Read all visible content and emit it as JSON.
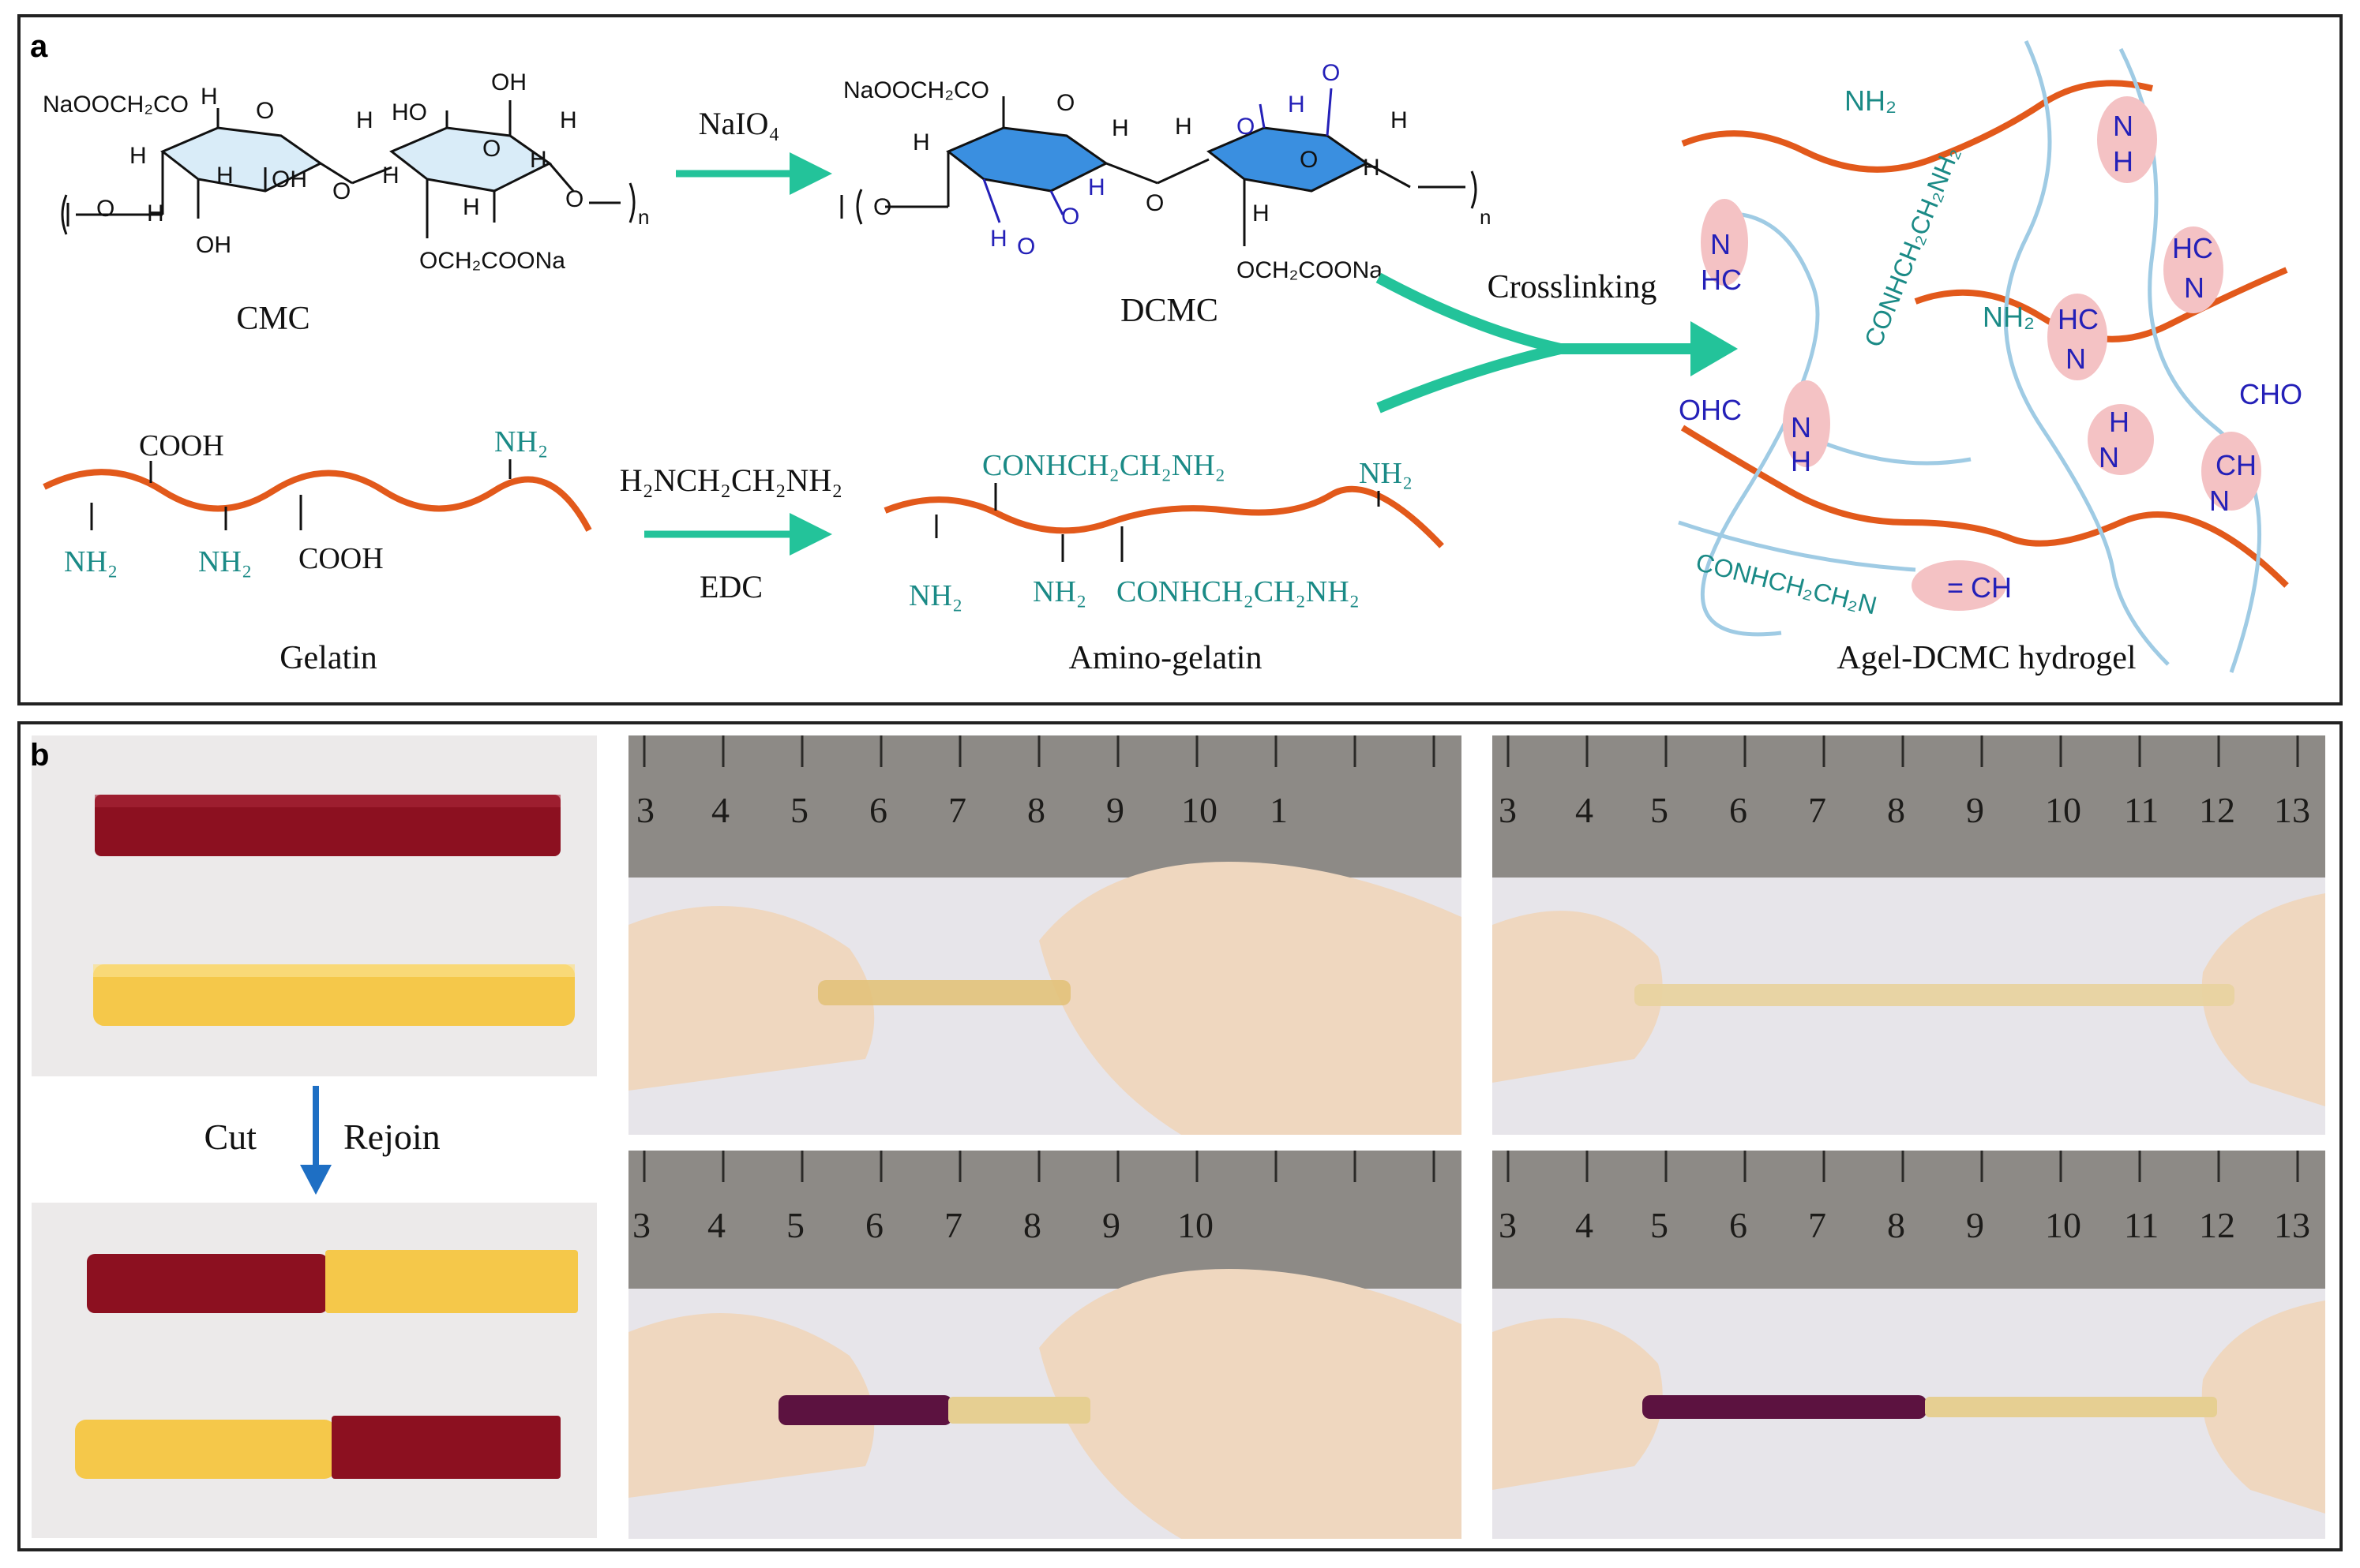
{
  "panel_a": {
    "label": "a",
    "cmc": {
      "name": "CMC",
      "g_naoo": "NaOOCH₂CO",
      "g_oh_top": "OH",
      "g_ho": "HO",
      "g_oh_mid": "OH",
      "g_oh_bot": "OH",
      "g_och2coona": "OCH₂COONa",
      "g_h1": "H",
      "g_h2": "H",
      "g_h3": "H",
      "g_h4": "H",
      "g_h5": "H",
      "g_h6": "H",
      "g_h7": "H",
      "g_h8": "H",
      "g_h9": "H",
      "g_o1": "O",
      "g_o2": "O",
      "g_o3": "O",
      "g_o4": "O",
      "g_o5": "O",
      "repeat": "n"
    },
    "step1": {
      "reagent": "NaIO₄"
    },
    "dcmc": {
      "name": "DCMC",
      "g_naoo": "NaOOCH₂CO",
      "g_och2coona": "OCH₂COONa",
      "g_h1": "H",
      "g_h2": "H",
      "g_h3": "H",
      "g_h4": "H",
      "g_h5": "H",
      "g_h6": "H",
      "g_h7": "H",
      "g_h8": "H",
      "g_h9": "H",
      "g_o1": "O",
      "g_o2": "O",
      "g_o3": "O",
      "g_o4": "O",
      "g_o5": "O",
      "g_o6": "O",
      "g_o7": "O",
      "g_o8": "O",
      "repeat": "n"
    },
    "gelatin": {
      "name": "Gelatin",
      "cooh1": "COOH",
      "cooh2": "COOH",
      "nh2_1": "NH₂",
      "nh2_2": "NH₂",
      "nh2_3": "NH₂"
    },
    "step2": {
      "reagent": "H₂NCH₂CH₂NH₂",
      "catalyst": "EDC"
    },
    "amino_gelatin": {
      "name": "Amino-gelatin",
      "g1": "CONHCH₂CH₂NH₂",
      "g2": "CONHCH₂CH₂NH₂",
      "nh2_1": "NH₂",
      "nh2_2": "NH₂",
      "nh2_3": "NH₂"
    },
    "crosslink": {
      "label": "Crosslinking"
    },
    "hydrogel": {
      "name": "Agel-DCMC hydrogel",
      "nh2_top": "NH₂",
      "nh2_mid": "NH₂",
      "conh_diag": "CONHCH₂CH₂NH₂",
      "conh_bottom": "CONHCH₂CH₂N",
      "ohc": "OHC",
      "cho": "CHO",
      "imine_n": "N",
      "imine_hc": "HC",
      "imine_ch": "CH",
      "imine_h": "H",
      "imine_eq": "="
    }
  },
  "panel_b": {
    "label": "b",
    "cut": "Cut",
    "rejoin": "Rejoin",
    "ruler_top_left": [
      "3",
      "4",
      "5",
      "6",
      "7",
      "8",
      "9",
      "10",
      "1"
    ],
    "ruler_top_right": [
      "3",
      "4",
      "5",
      "6",
      "7",
      "8",
      "9",
      "10",
      "11",
      "12",
      "13"
    ],
    "ruler_bottom_left": [
      "3",
      "4",
      "5",
      "6",
      "7",
      "8",
      "9",
      "10"
    ],
    "ruler_bottom_right": [
      "3",
      "4",
      "5",
      "6",
      "7",
      "8",
      "9",
      "10",
      "11",
      "12",
      "13"
    ]
  },
  "colors": {
    "chain_orange": "#e2591b",
    "chain_blue": "#9fcbe4",
    "arrow_teal": "#23c39a",
    "amine_teal": "#1a8a86",
    "aldehyde_blue": "#2420b8",
    "ring_blue": "#3a8fe0",
    "ring_light": "#d9ecf8",
    "imine_pink": "#f4c2c4",
    "gel_red": "#8c1020",
    "gel_yellow": "#f5c84a",
    "down_arrow": "#1e6fc4"
  }
}
